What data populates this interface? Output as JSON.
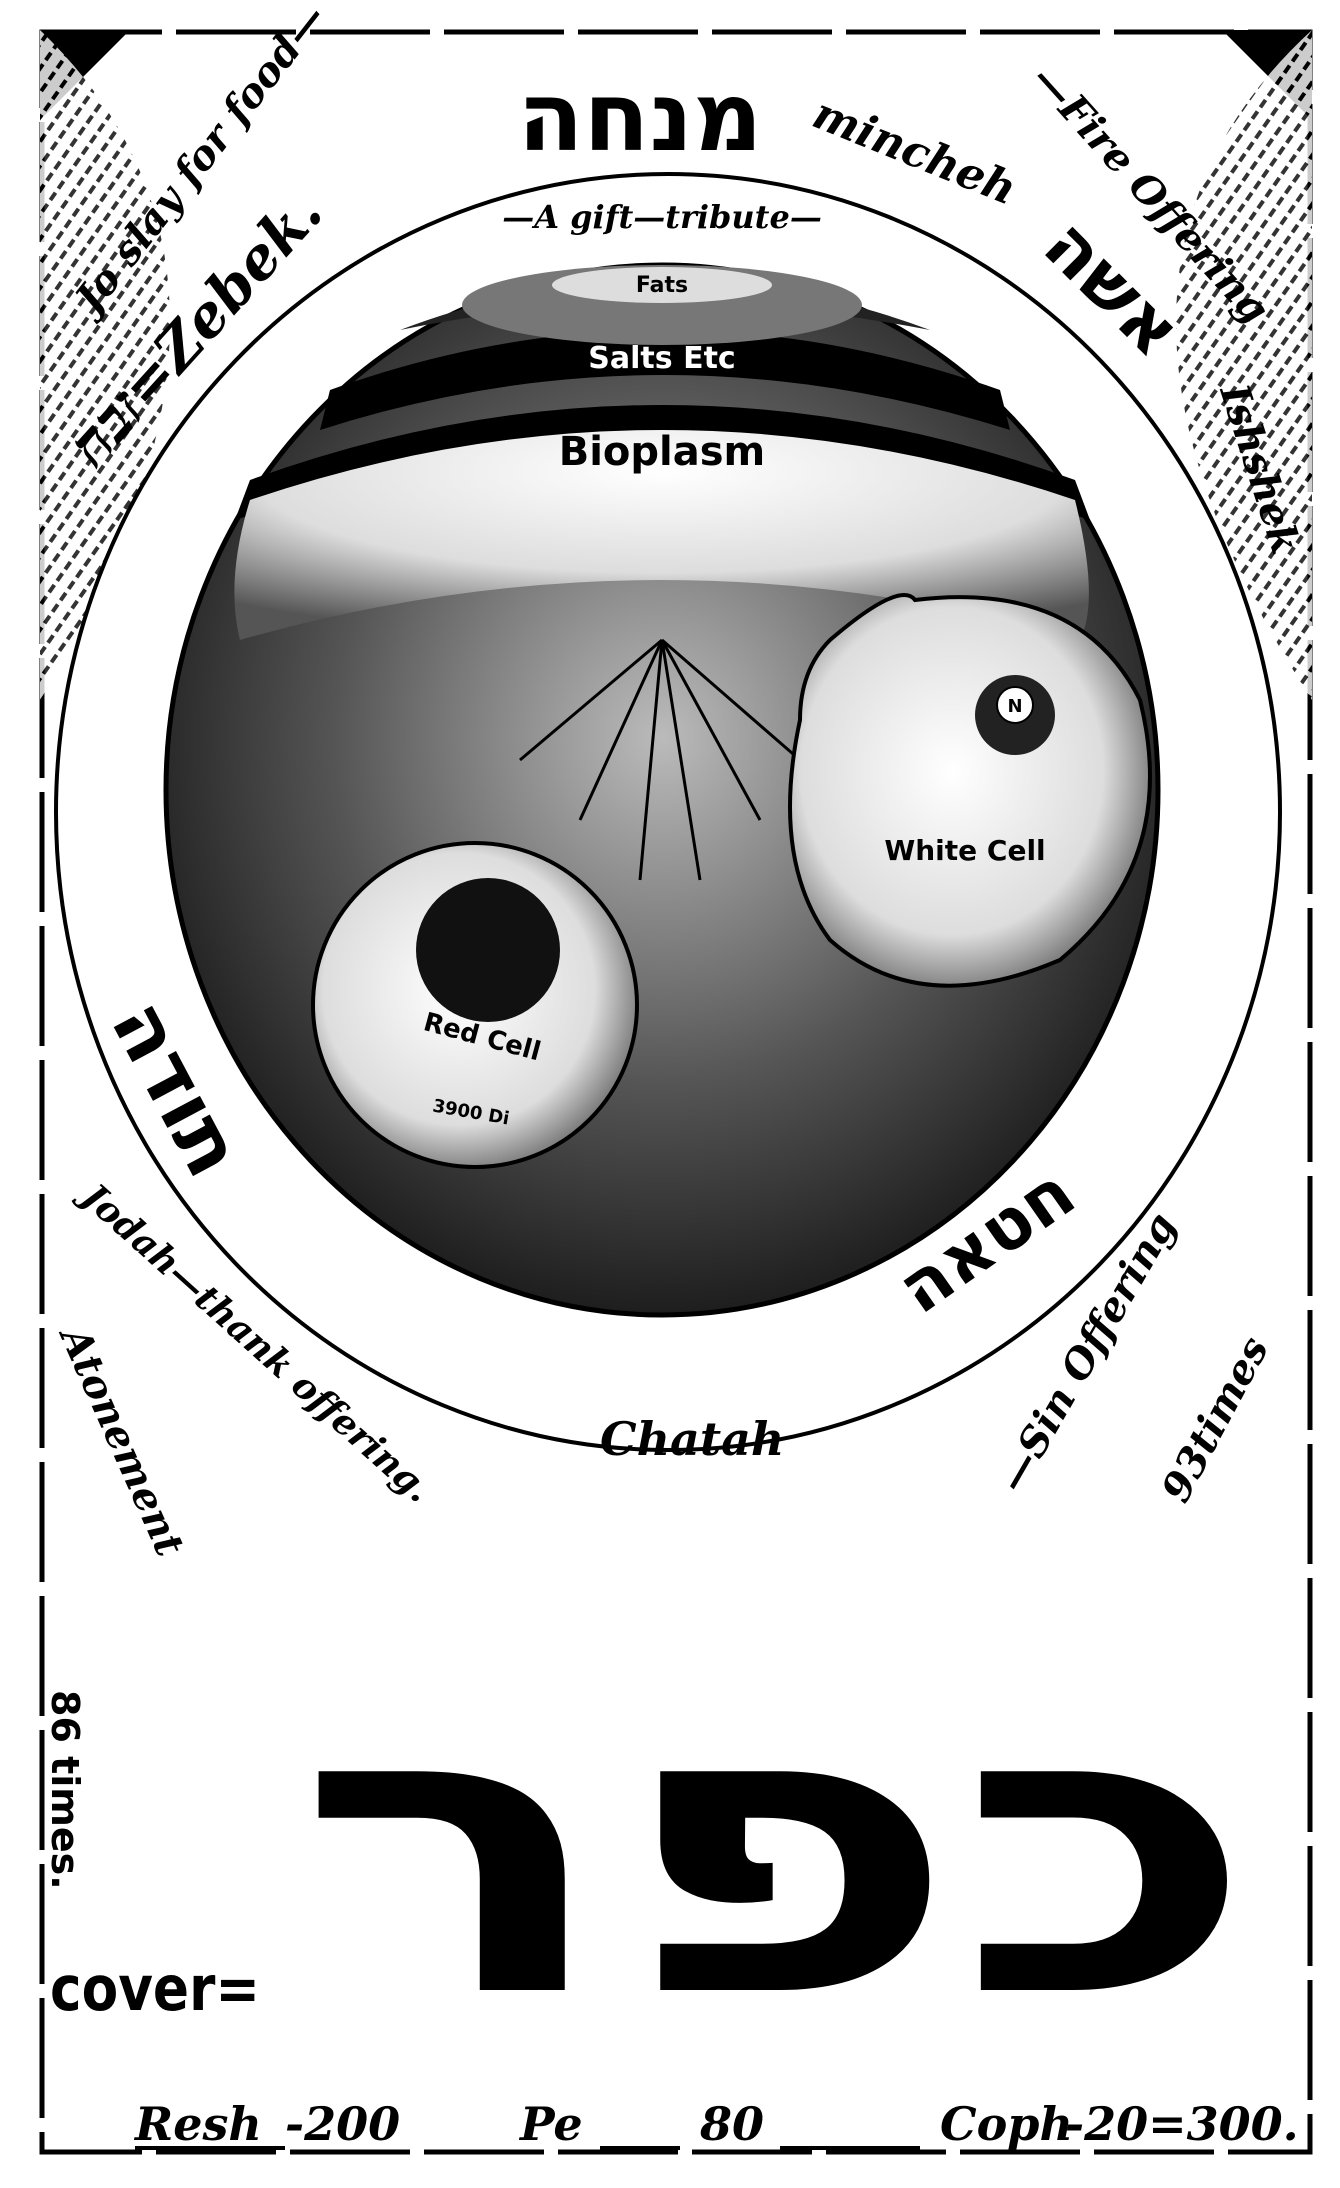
{
  "colors": {
    "ink": "#000000",
    "paper": "#ffffff"
  },
  "top": {
    "slay": "Jo slay for food—",
    "zebek": "זבח=Zebek.",
    "mincheh_hebrew": "מנחה",
    "mincheh": "mincheh",
    "fire_offering": "—Fire Offering",
    "ishshek_hebrew": "אשה",
    "ishshek": "Ishshek",
    "gift": "—A gift—tribute—"
  },
  "sphere": {
    "fats": "Fats",
    "salts": "Salts Etc",
    "bioplasm": "Bioplasm",
    "red_cell": "Red Cell",
    "red_cell_size": "3900 Di",
    "white_cell": "White Cell",
    "nucleus": "N"
  },
  "bottom_ring": {
    "todah_hebrew": "תודה",
    "todah": "Jodah—thank offering.",
    "atonement": "Atonement",
    "chatah": "Chatah",
    "chatah_hebrew": "חטאה",
    "sin_offering": "—Sin Offering",
    "times_93": "93times"
  },
  "kaphar": {
    "hebrew": "כפר",
    "times_86": "86 times.",
    "cover": "cover=",
    "resh": "Resh",
    "resh_value": "-200",
    "pe": "Pe",
    "pe_value": "80",
    "coph": "Coph",
    "coph_value": "-20=300."
  }
}
